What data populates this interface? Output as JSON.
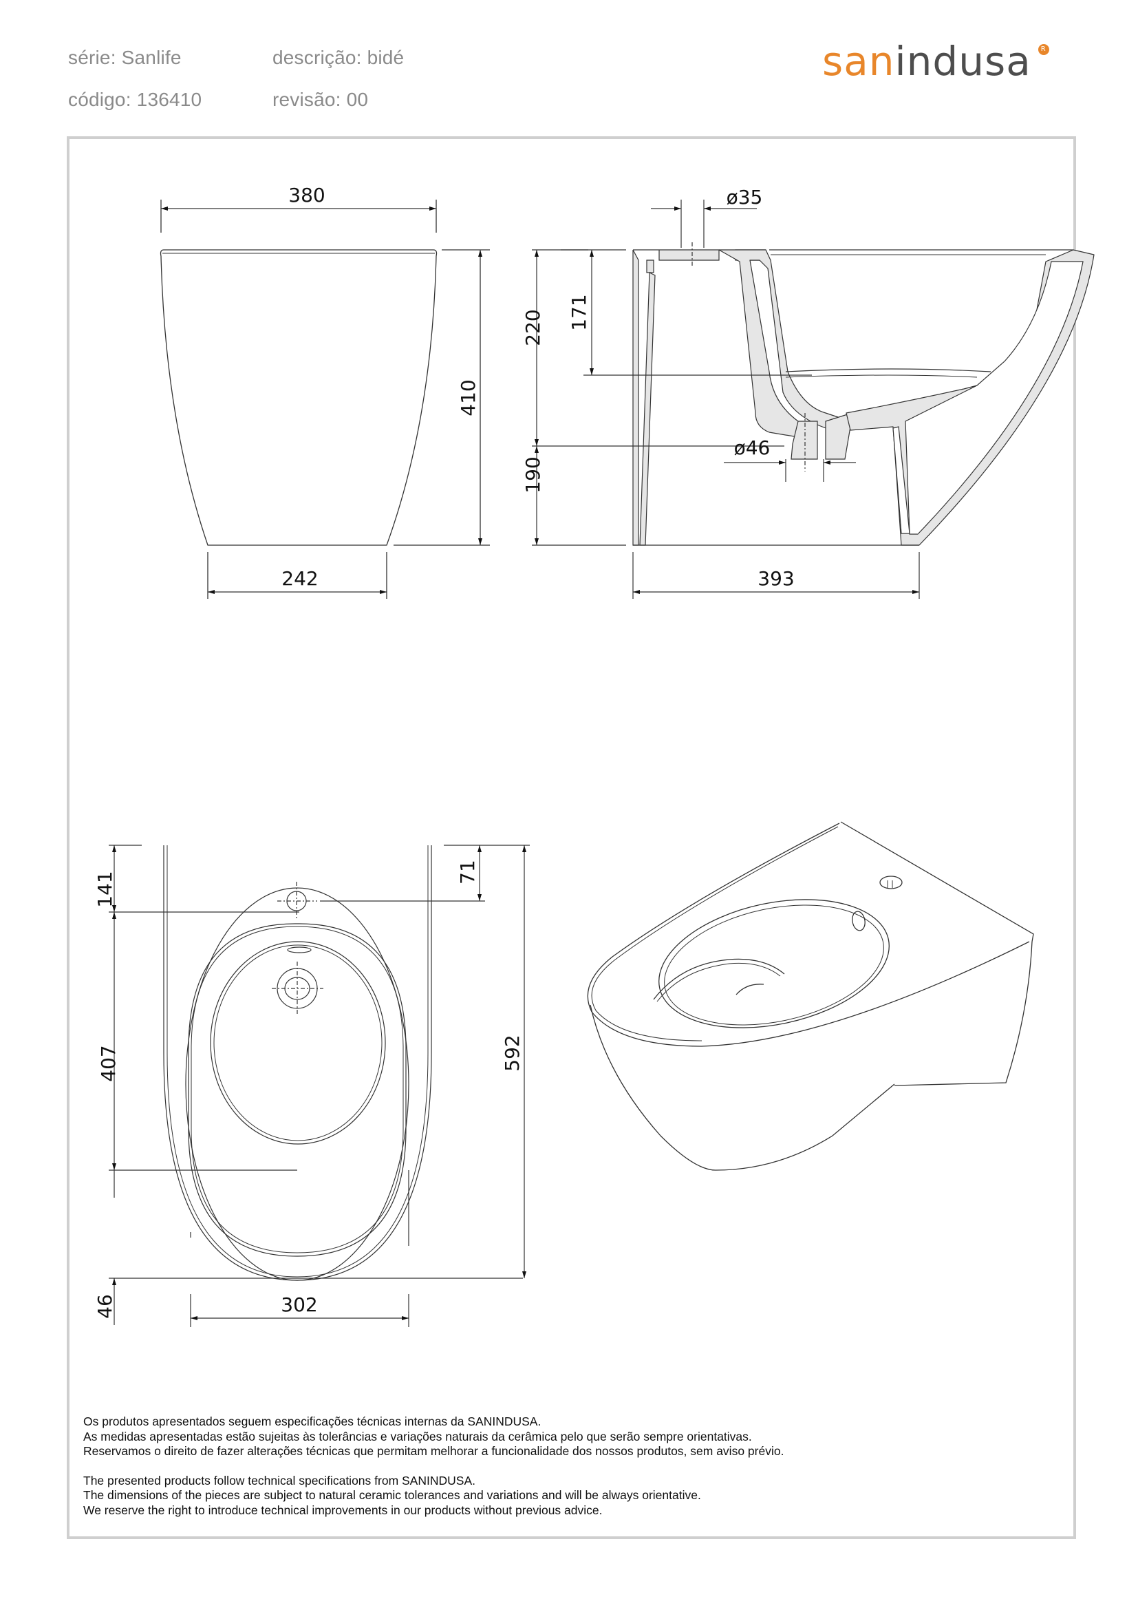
{
  "header": {
    "serie_label": "série: Sanlife",
    "descricao_label": "descrição: bidé",
    "codigo_label": "código: 136410",
    "revisao_label": "revisão: 00"
  },
  "logo": {
    "part1": "san",
    "part2": "indusa",
    "registered": "R",
    "colors": {
      "san": "#e8862a",
      "indusa": "#4d4d4d"
    }
  },
  "views": {
    "front": {
      "name": "front-view",
      "top_width": "380",
      "bottom_width": "242",
      "height": "410"
    },
    "side": {
      "name": "side-section-view",
      "tap_hole": "ø35",
      "waste": "ø46",
      "upper_height": "220",
      "bowl_depth": "171",
      "lower_height": "190",
      "depth": "393"
    },
    "top": {
      "name": "top-view",
      "tap_hole_offset": "141",
      "tap_hole_to_back": "71",
      "bowl_length": "407",
      "front_margin": "46",
      "total_length": "592",
      "bowl_width": "302"
    },
    "iso": {
      "name": "isometric-view"
    }
  },
  "notes": {
    "pt": [
      "Os produtos apresentados seguem especificações técnicas internas da SANINDUSA.",
      "As medidas apresentadas estão sujeitas às tolerâncias e variações naturais da cerâmica pelo que serão sempre orientativas.",
      "Reservamos o direito de fazer alterações técnicas que permitam melhorar a funcionalidade dos nossos produtos, sem aviso prévio."
    ],
    "en": [
      "The presented products follow technical specifications from SANINDUSA.",
      "The dimensions of the pieces are subject to natural ceramic tolerances and variations and will be always orientative.",
      "We reserve the right to introduce technical improvements in our products without previous advice."
    ]
  }
}
